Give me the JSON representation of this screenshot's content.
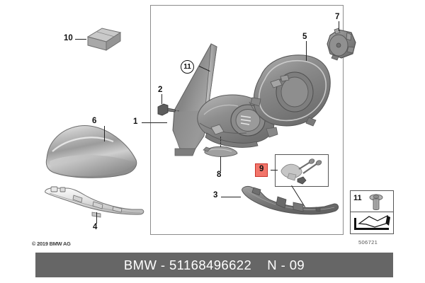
{
  "document": {
    "type": "parts-catalog-diagram",
    "copyright": "© 2019 BMW AG",
    "reference_number": "506721"
  },
  "banner": {
    "brand": "BMW",
    "part_number": "51168496622",
    "section_code": "N - 09",
    "text": "BMW - 51168496622    N - 09",
    "background_color": "#666666",
    "text_color": "#ffffff"
  },
  "highlight": {
    "selected_item": "9",
    "fill_color": "#f2756a",
    "border_color": "#c8322a"
  },
  "callouts": [
    {
      "id": "1",
      "label": "1",
      "style": "plain",
      "name": "mirror-assembly"
    },
    {
      "id": "2",
      "label": "2",
      "style": "plain",
      "name": "clip"
    },
    {
      "id": "3",
      "label": "3",
      "style": "plain",
      "name": "lower-trim-cover"
    },
    {
      "id": "4",
      "label": "4",
      "style": "plain",
      "name": "turn-signal-lens"
    },
    {
      "id": "5",
      "label": "5",
      "style": "plain",
      "name": "mirror-housing-frame"
    },
    {
      "id": "6",
      "label": "6",
      "style": "plain",
      "name": "mirror-cap"
    },
    {
      "id": "7",
      "label": "7",
      "style": "plain",
      "name": "mirror-actuator-motor"
    },
    {
      "id": "8",
      "label": "8",
      "style": "plain",
      "name": "seal-gasket"
    },
    {
      "id": "9",
      "label": "9",
      "style": "highlight",
      "name": "bracket-with-screws"
    },
    {
      "id": "10",
      "label": "10",
      "style": "plain",
      "name": "small-box-part"
    },
    {
      "id": "11",
      "label": "11",
      "style": "circled",
      "name": "mirror-glass"
    }
  ],
  "legend": {
    "item_number": "11",
    "fastener_name": "rivet",
    "symbol_name": "assembly-direction-arrow"
  },
  "parts": {
    "p1": "mirror-assembly-outline",
    "p2": "clip-part",
    "p3": "lower-trim-cover-part",
    "p4": "turn-signal-lens-part",
    "p5": "mirror-housing-frame-part",
    "p6": "mirror-cap-part",
    "p7": "actuator-motor-part",
    "p8": "seal-gasket-part",
    "p9": "bracket-screws-part",
    "p10": "small-box-part",
    "p11": "mirror-glass-part"
  }
}
